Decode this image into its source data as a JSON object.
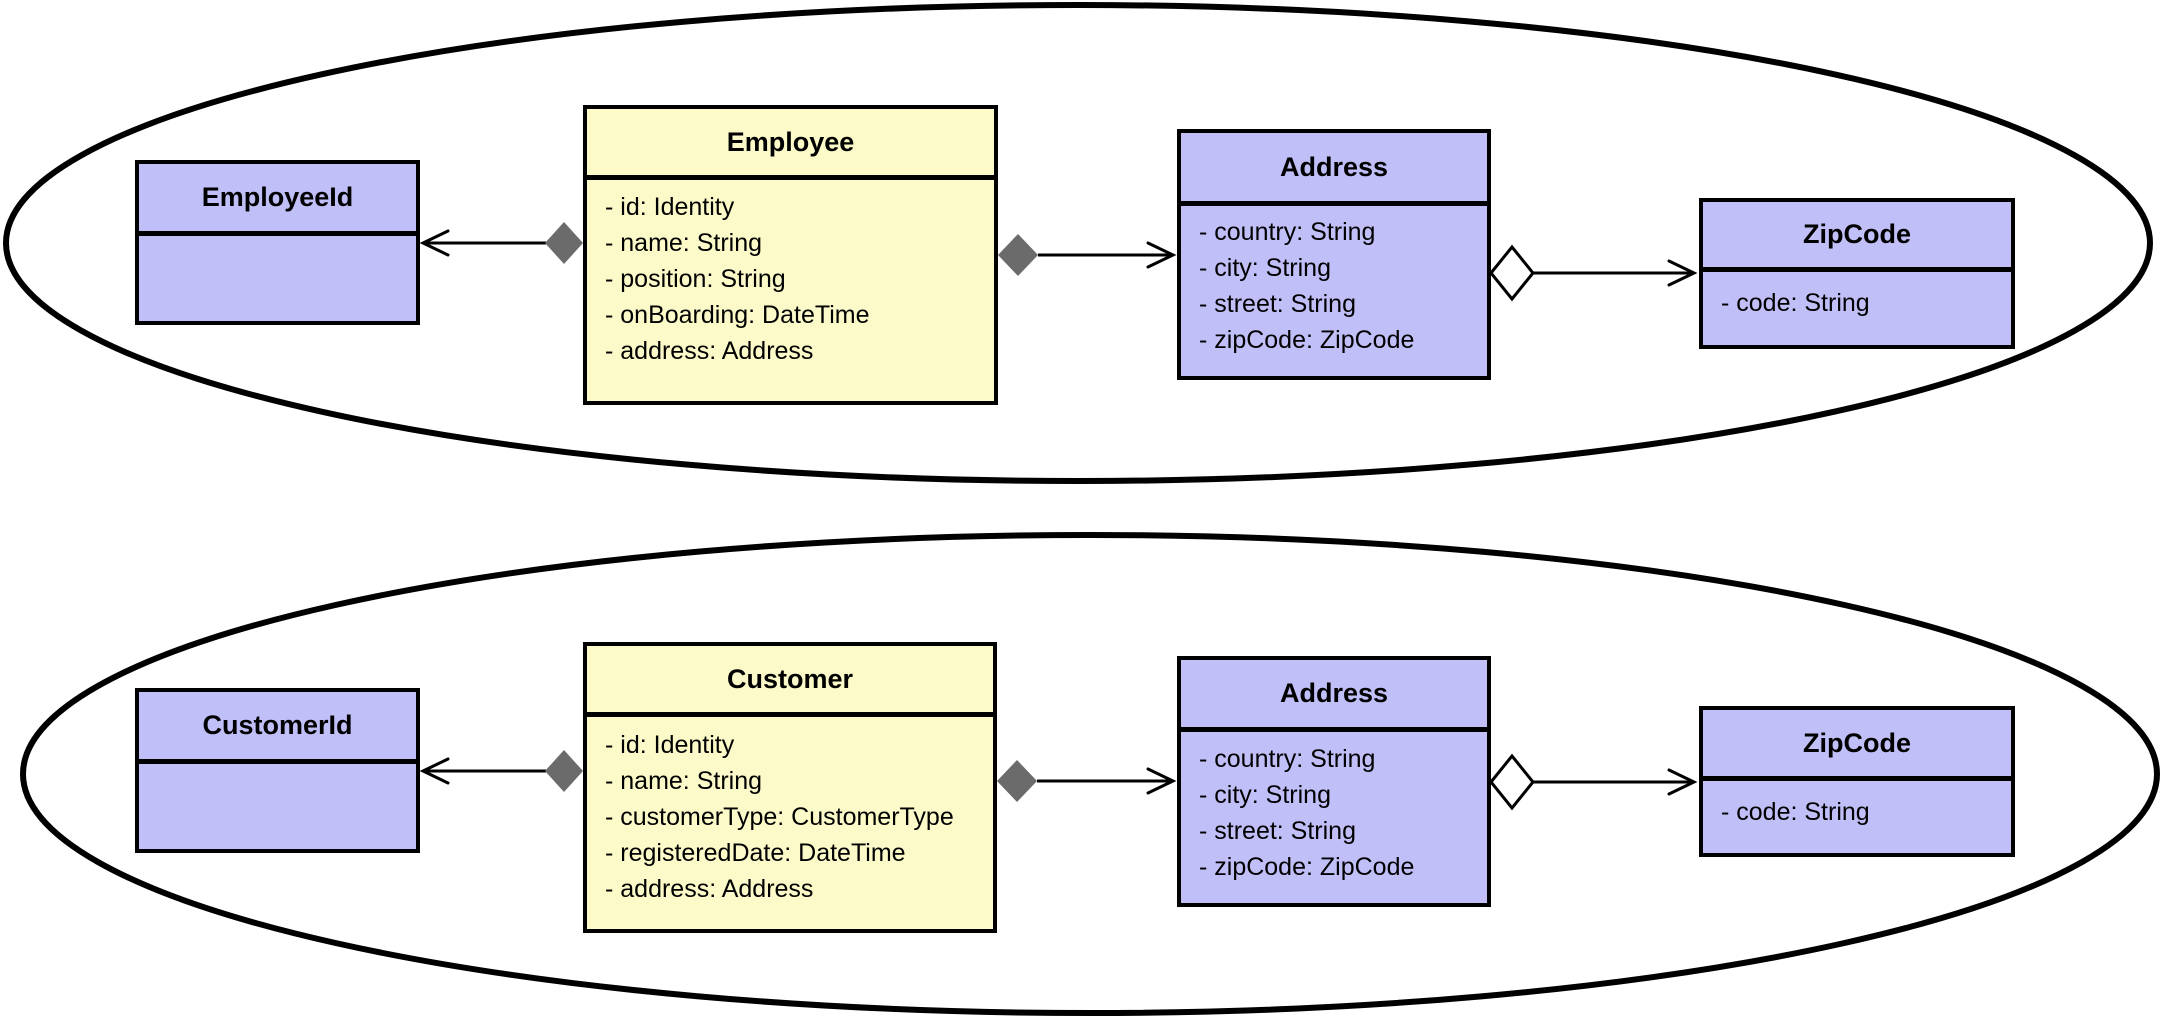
{
  "colors": {
    "entity_fill": "#FBFAC8",
    "value_object_fill": "#C1BFF8",
    "composition_diamond_fill": "#6B6B6B",
    "aggregation_diamond_fill": "#FFFFFF",
    "line_color": "#000000",
    "background": "#FFFFFF"
  },
  "top_aggregate": {
    "id_class": {
      "title": "EmployeeId",
      "attributes": []
    },
    "entity_class": {
      "title": "Employee",
      "attributes": [
        "- id: Identity",
        "- name: String",
        "- position: String",
        "- onBoarding: DateTime",
        "- address: Address"
      ]
    },
    "address_class": {
      "title": "Address",
      "attributes": [
        "- country: String",
        "- city: String",
        "- street: String",
        "- zipCode: ZipCode"
      ]
    },
    "zipcode_class": {
      "title": "ZipCode",
      "attributes": [
        "- code: String"
      ]
    }
  },
  "bottom_aggregate": {
    "id_class": {
      "title": "CustomerId",
      "attributes": []
    },
    "entity_class": {
      "title": "Customer",
      "attributes": [
        "- id: Identity",
        "- name: String",
        "- customerType: CustomerType",
        "- registeredDate: DateTime",
        "- address: Address"
      ]
    },
    "address_class": {
      "title": "Address",
      "attributes": [
        "- country: String",
        "- city: String",
        "- street: String",
        "- zipCode: ZipCode"
      ]
    },
    "zipcode_class": {
      "title": "ZipCode",
      "attributes": [
        "- code: String"
      ]
    }
  }
}
